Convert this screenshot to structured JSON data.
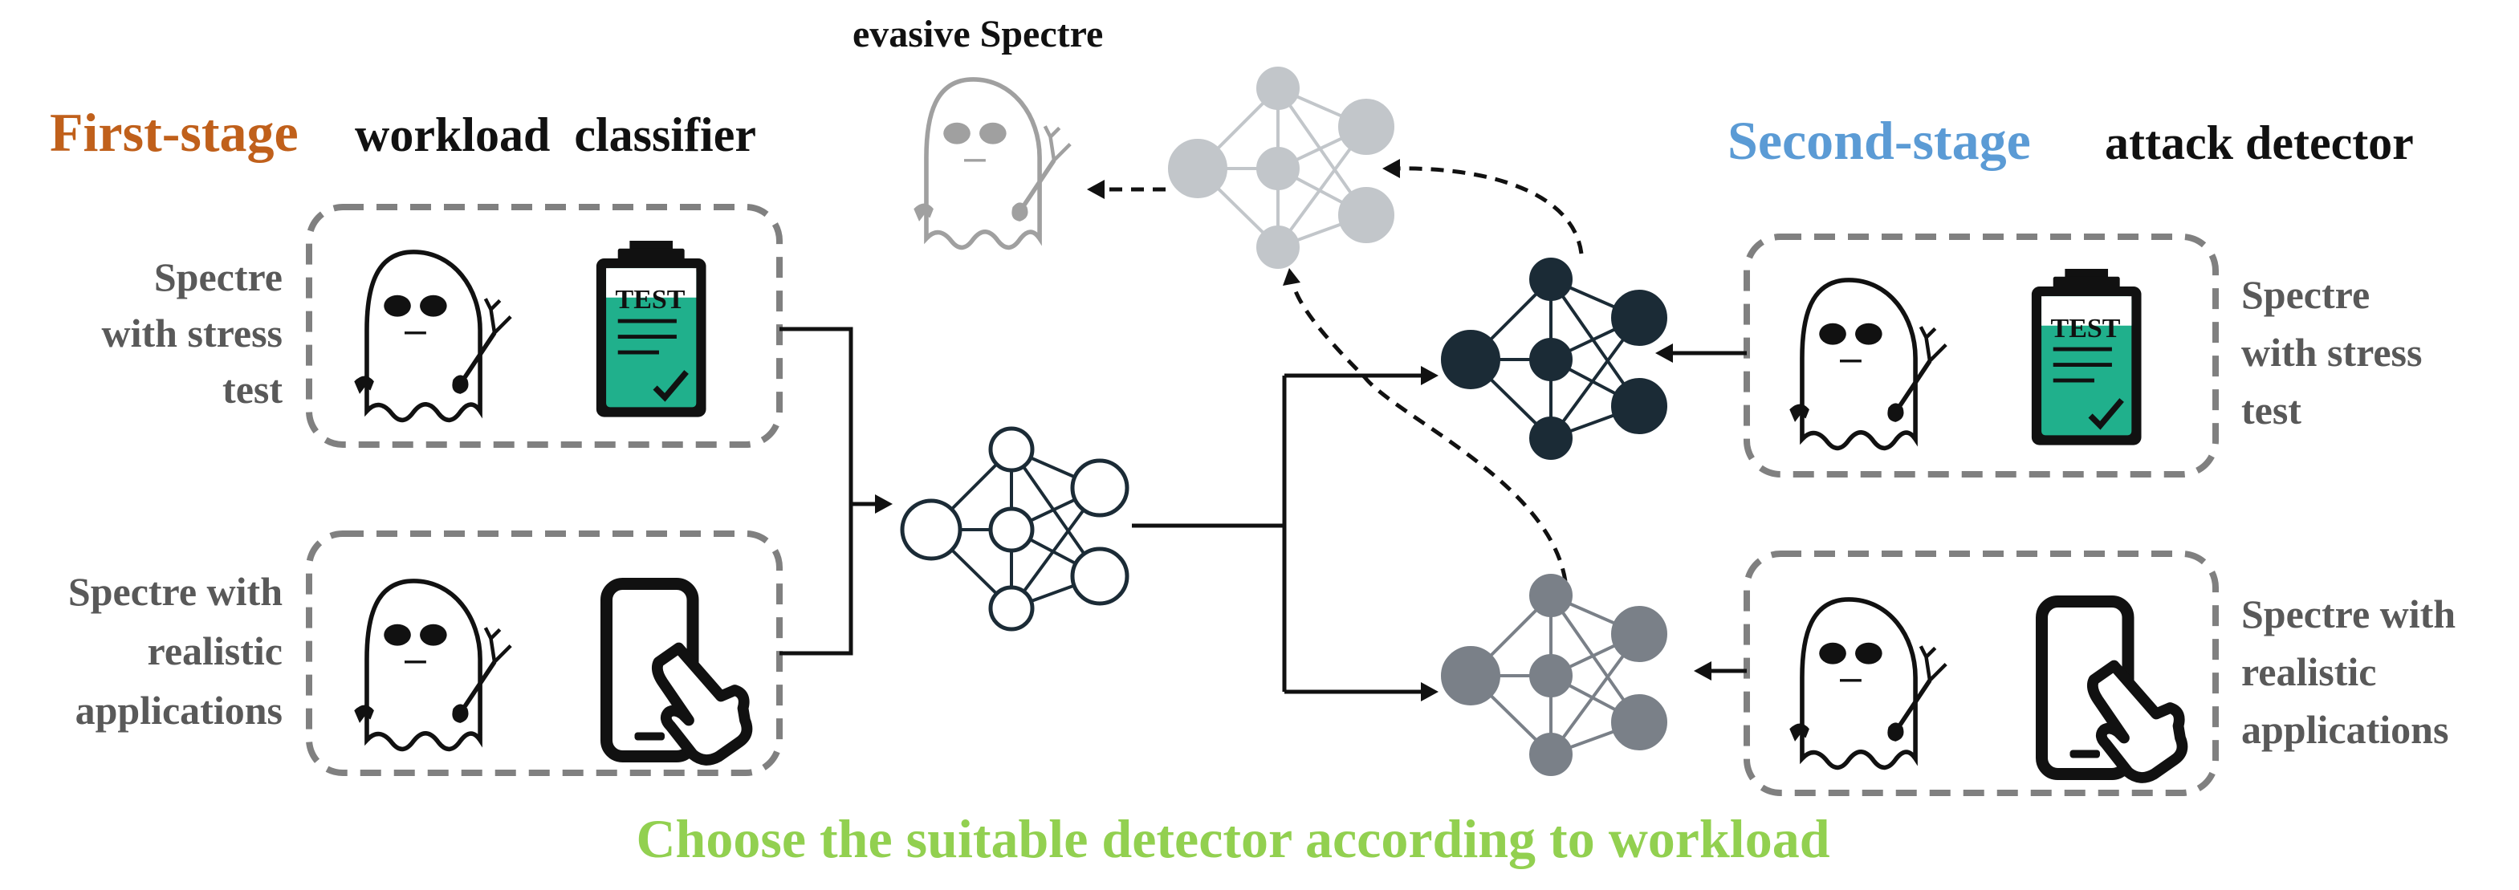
{
  "titles": {
    "first_stage_highlight": "First-stage",
    "first_stage_rest": "workload  classifier",
    "second_stage_highlight": "Second-stage",
    "second_stage_rest": "attack detector",
    "evasive": "evasive Spectre",
    "footer": "Choose the suitable detector according to workload"
  },
  "left_labels": {
    "stress": [
      "Spectre",
      "with stress",
      "test"
    ],
    "realistic": [
      "Spectre with",
      "realistic",
      "applications"
    ]
  },
  "right_labels": {
    "stress": [
      "Spectre",
      "with stress",
      "test"
    ],
    "realistic": [
      "Spectre with",
      "realistic",
      "applications"
    ]
  },
  "icons": {
    "clipboard_text": "TEST",
    "ghost_icon": "spectre-ghost-icon",
    "clipboard_icon": "stress-test-clipboard-icon",
    "phone_icon": "phone-tap-icon",
    "network_icon": "neural-network-icon"
  },
  "colors": {
    "first_stage": "#C0601B",
    "second_stage": "#5B9BD5",
    "footer": "#92D050",
    "label_gray": "#595959",
    "clipboard_green": "#20B08C",
    "net_dark": "#1B2B36",
    "net_mid": "#7A8088",
    "net_light": "#C2C6CA"
  }
}
